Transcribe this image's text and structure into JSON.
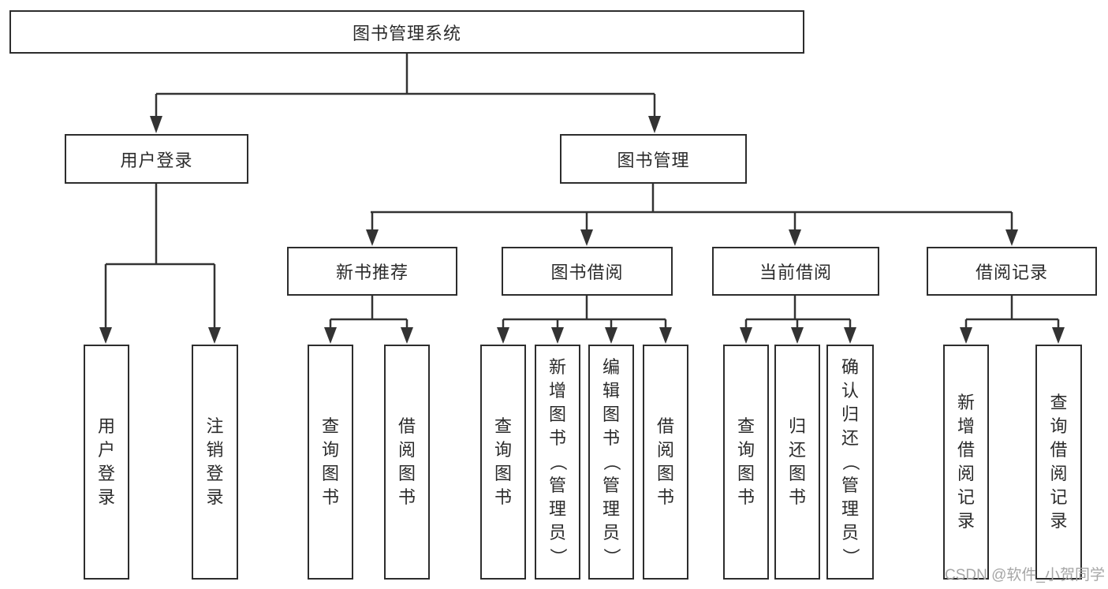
{
  "diagram": {
    "root": {
      "label": "图书管理系统"
    },
    "level2": [
      {
        "label": "用户登录"
      },
      {
        "label": "图书管理"
      }
    ],
    "level3": [
      {
        "label": "新书推荐"
      },
      {
        "label": "图书借阅"
      },
      {
        "label": "当前借阅"
      },
      {
        "label": "借阅记录"
      }
    ],
    "leaves": [
      {
        "label": "用户登录"
      },
      {
        "label": "注销登录"
      },
      {
        "label": "查询图书"
      },
      {
        "label": "借阅图书"
      },
      {
        "label": "查询图书"
      },
      {
        "label": "新增图书（管理员）"
      },
      {
        "label": "编辑图书（管理员）"
      },
      {
        "label": "借阅图书"
      },
      {
        "label": "查询图书"
      },
      {
        "label": "归还图书"
      },
      {
        "label": "确认归还（管理员）"
      },
      {
        "label": "新增借阅记录"
      },
      {
        "label": "查询借阅记录"
      }
    ]
  },
  "watermark": {
    "text": "CSDN @软件_小贺同学"
  },
  "colors": {
    "line": "#333333",
    "border": "#2d2d2d",
    "text": "#2b2b2b",
    "watermark": "#a6a6a6",
    "background": "#ffffff"
  }
}
